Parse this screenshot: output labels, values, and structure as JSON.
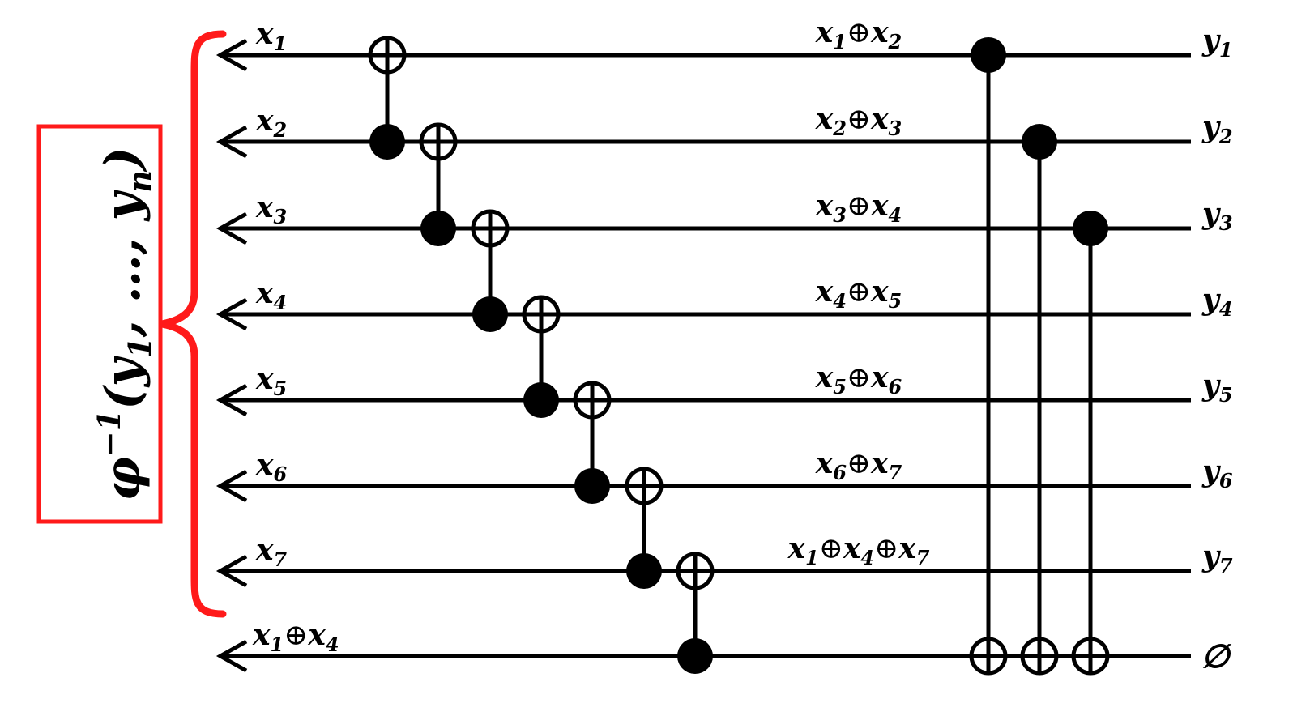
{
  "diagram": {
    "left_box_label": "φ",
    "left_box_sup": "−1",
    "left_box_args": "(y",
    "left_box_sub1": "1",
    "left_box_args2": ", …, y",
    "left_box_subn": "n",
    "left_box_close": ")",
    "brace_color": "#ff1a1a",
    "box_color": "#ff1a1a",
    "wire_color": "#000000",
    "left_labels": [
      {
        "base": "x",
        "sub": "1"
      },
      {
        "base": "x",
        "sub": "2"
      },
      {
        "base": "x",
        "sub": "3"
      },
      {
        "base": "x",
        "sub": "4"
      },
      {
        "base": "x",
        "sub": "5"
      },
      {
        "base": "x",
        "sub": "6"
      },
      {
        "base": "x",
        "sub": "7"
      }
    ],
    "bottom_left_label": [
      {
        "base": "x",
        "sub": "1"
      },
      {
        "op": "⊕"
      },
      {
        "base": "x",
        "sub": "4"
      }
    ],
    "mid_labels": [
      [
        {
          "base": "x",
          "sub": "1"
        },
        {
          "op": "⊕"
        },
        {
          "base": "x",
          "sub": "2"
        }
      ],
      [
        {
          "base": "x",
          "sub": "2"
        },
        {
          "op": "⊕"
        },
        {
          "base": "x",
          "sub": "3"
        }
      ],
      [
        {
          "base": "x",
          "sub": "3"
        },
        {
          "op": "⊕"
        },
        {
          "base": "x",
          "sub": "4"
        }
      ],
      [
        {
          "base": "x",
          "sub": "4"
        },
        {
          "op": "⊕"
        },
        {
          "base": "x",
          "sub": "5"
        }
      ],
      [
        {
          "base": "x",
          "sub": "5"
        },
        {
          "op": "⊕"
        },
        {
          "base": "x",
          "sub": "6"
        }
      ],
      [
        {
          "base": "x",
          "sub": "6"
        },
        {
          "op": "⊕"
        },
        {
          "base": "x",
          "sub": "7"
        }
      ],
      [
        {
          "base": "x",
          "sub": "1"
        },
        {
          "op": "⊕"
        },
        {
          "base": "x",
          "sub": "4"
        },
        {
          "op": "⊕"
        },
        {
          "base": "x",
          "sub": "7"
        }
      ]
    ],
    "right_labels": [
      {
        "base": "y",
        "sub": "1"
      },
      {
        "base": "y",
        "sub": "2"
      },
      {
        "base": "y",
        "sub": "3"
      },
      {
        "base": "y",
        "sub": "4"
      },
      {
        "base": "y",
        "sub": "5"
      },
      {
        "base": "y",
        "sub": "6"
      },
      {
        "base": "y",
        "sub": "7"
      },
      {
        "base": "∅",
        "sub": ""
      }
    ],
    "cnot_gates": [
      {
        "target": 0,
        "control": 1
      },
      {
        "target": 1,
        "control": 2
      },
      {
        "target": 2,
        "control": 3
      },
      {
        "target": 3,
        "control": 4
      },
      {
        "target": 4,
        "control": 5
      },
      {
        "target": 5,
        "control": 6
      },
      {
        "target": 6,
        "control": 7
      },
      {
        "target": 7,
        "control": 0
      },
      {
        "target": 7,
        "control": 1
      },
      {
        "target": 7,
        "control": 2
      }
    ]
  }
}
